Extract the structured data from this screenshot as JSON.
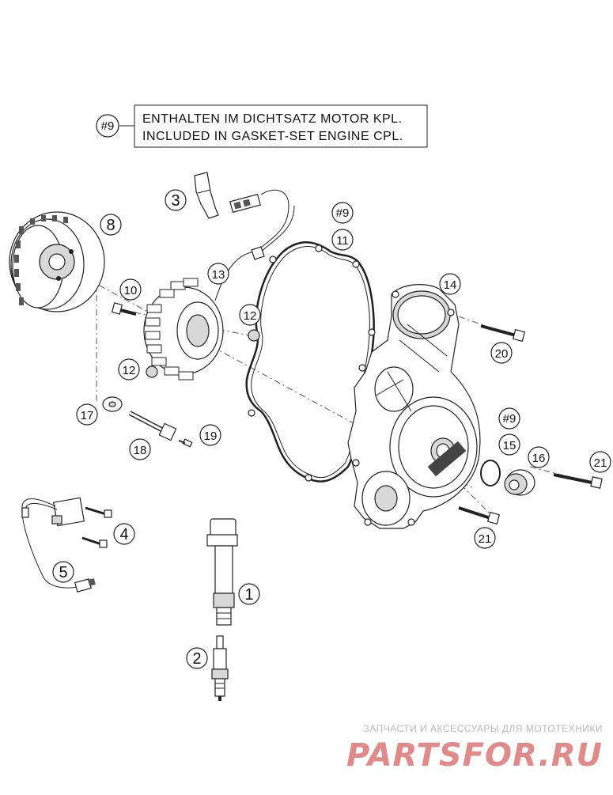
{
  "note": {
    "ref": "#9",
    "line1": "ENTHALTEN IM DICHTSATZ MOTOR KPL.",
    "line2": "INCLUDED IN GASKET-SET ENGINE CPL."
  },
  "callouts": [
    {
      "id": "c1",
      "label": "1"
    },
    {
      "id": "c2",
      "label": "2"
    },
    {
      "id": "c3",
      "label": "3"
    },
    {
      "id": "c4",
      "label": "4"
    },
    {
      "id": "c5",
      "label": "5"
    },
    {
      "id": "c8",
      "label": "8"
    },
    {
      "id": "c10",
      "label": "10"
    },
    {
      "id": "c11",
      "label": "11"
    },
    {
      "id": "c11ref",
      "label": "#9"
    },
    {
      "id": "c12a",
      "label": "12"
    },
    {
      "id": "c12b",
      "label": "12"
    },
    {
      "id": "c13",
      "label": "13"
    },
    {
      "id": "c14",
      "label": "14"
    },
    {
      "id": "c15",
      "label": "15"
    },
    {
      "id": "c15ref",
      "label": "#9"
    },
    {
      "id": "c16",
      "label": "16"
    },
    {
      "id": "c17",
      "label": "17"
    },
    {
      "id": "c18",
      "label": "18"
    },
    {
      "id": "c19",
      "label": "19"
    },
    {
      "id": "c20",
      "label": "20"
    },
    {
      "id": "c21a",
      "label": "21"
    },
    {
      "id": "c21b",
      "label": "21"
    }
  ],
  "watermark": {
    "tagline": "ЗАПЧАСТИ И АКСЕССУАРЫ ДЛЯ МОТОТЕХНИКИ",
    "brand": "PARTSFOR.RU"
  }
}
